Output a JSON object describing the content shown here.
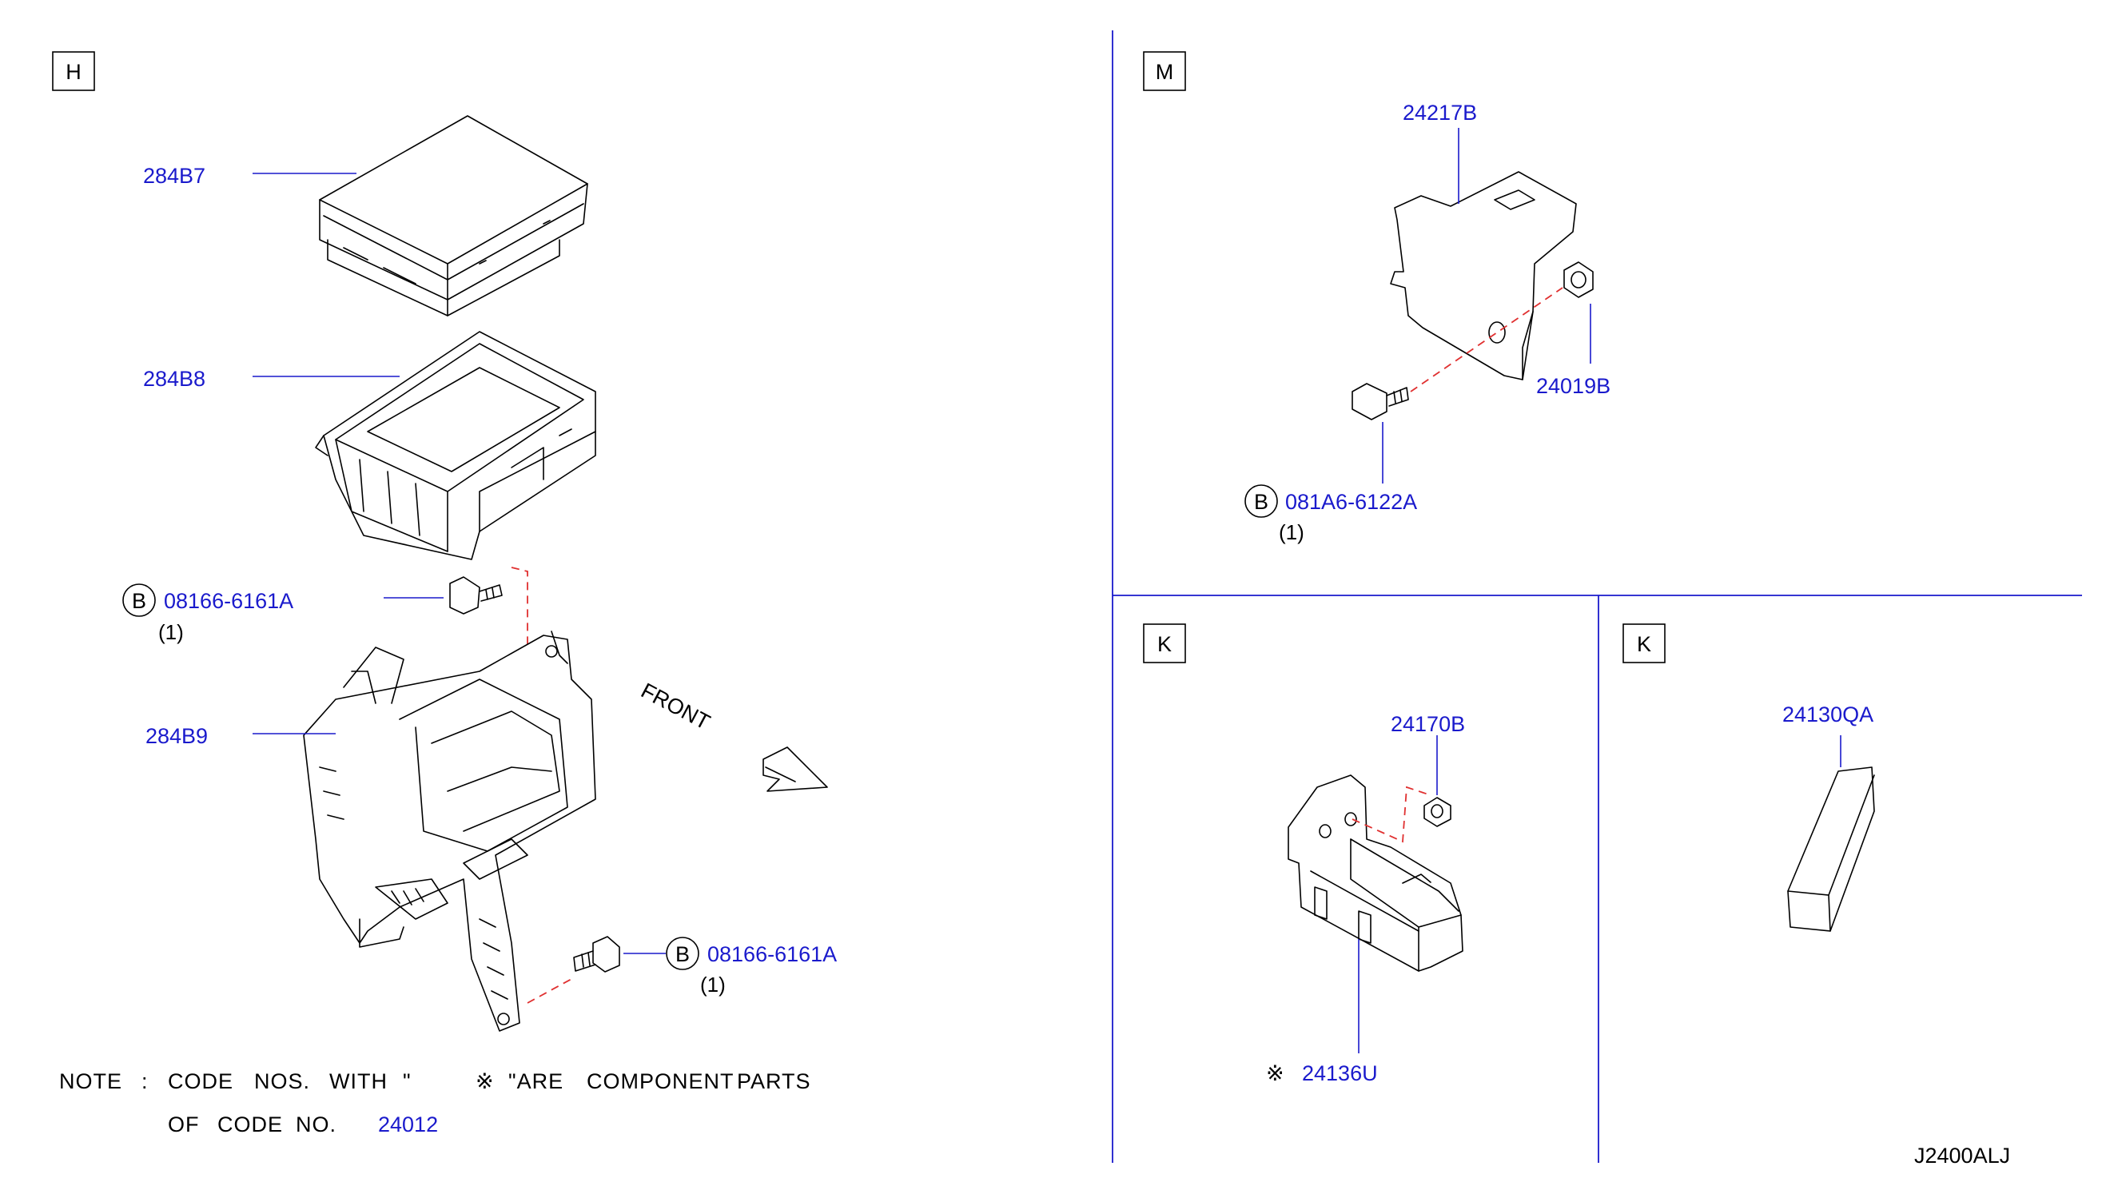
{
  "sections": {
    "h": {
      "label": "H"
    },
    "m": {
      "label": "M"
    },
    "k1": {
      "label": "K"
    },
    "k2": {
      "label": "K"
    }
  },
  "parts": {
    "p284b7": "284B7",
    "p284b8": "284B8",
    "p284b9": "284B9",
    "bolt_h1": {
      "code": "08166-6161A",
      "qty": "(1)",
      "prefix": "B"
    },
    "bolt_h2": {
      "code": "08166-6161A",
      "qty": "(1)",
      "prefix": "B"
    },
    "p24217b": "24217B",
    "p24019b": "24019B",
    "bolt_m": {
      "code": "081A6-6122A",
      "qty": "(1)",
      "prefix": "B"
    },
    "p24170b": "24170B",
    "p24136u": "24136U",
    "p24130qa": "24130QA"
  },
  "front_label": "FRONT",
  "note": {
    "line1": {
      "a": "NOTE",
      "b": ":",
      "c": "CODE",
      "d": "NOS.",
      "e": "WITH",
      "f": "\"",
      "g": "※",
      "h": "\"ARE",
      "i": "COMPONENT",
      "j": "PARTS"
    },
    "line2": {
      "a": "OF",
      "b": "CODE",
      "c": "NO.",
      "code": "24012"
    }
  },
  "component_mark": "※",
  "diagram_id": "J2400ALJ",
  "colors": {
    "part_number": "#1a1acc",
    "dashed_line": "#e03030",
    "frame": "#1a1acc"
  }
}
